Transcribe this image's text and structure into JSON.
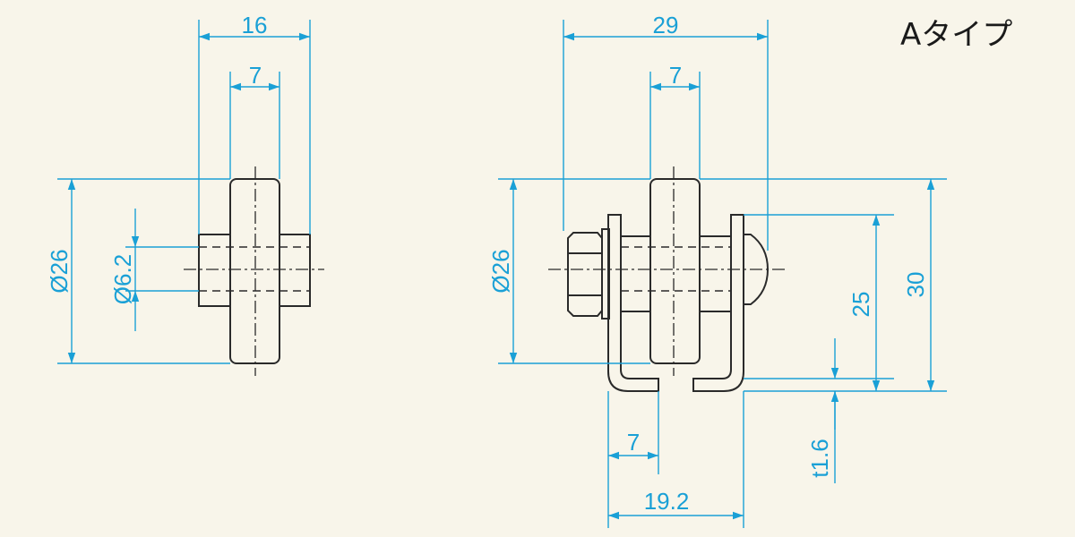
{
  "title": "Aタイプ",
  "colors": {
    "dimension": "#1aa0d6",
    "part": "#2a2a2a",
    "background": "#f8f5ea"
  },
  "left_view": {
    "dims": {
      "width_total": "16",
      "width_roller": "7",
      "diameter_roller": "Ø26",
      "diameter_shaft": "Ø6.2"
    }
  },
  "right_view": {
    "dims": {
      "width_total": "29",
      "width_roller": "7",
      "diameter_roller": "Ø26",
      "height_bracket": "25",
      "height_total": "30",
      "bracket_gap": "7",
      "bracket_width": "19.2",
      "thickness": "t1.6"
    }
  }
}
